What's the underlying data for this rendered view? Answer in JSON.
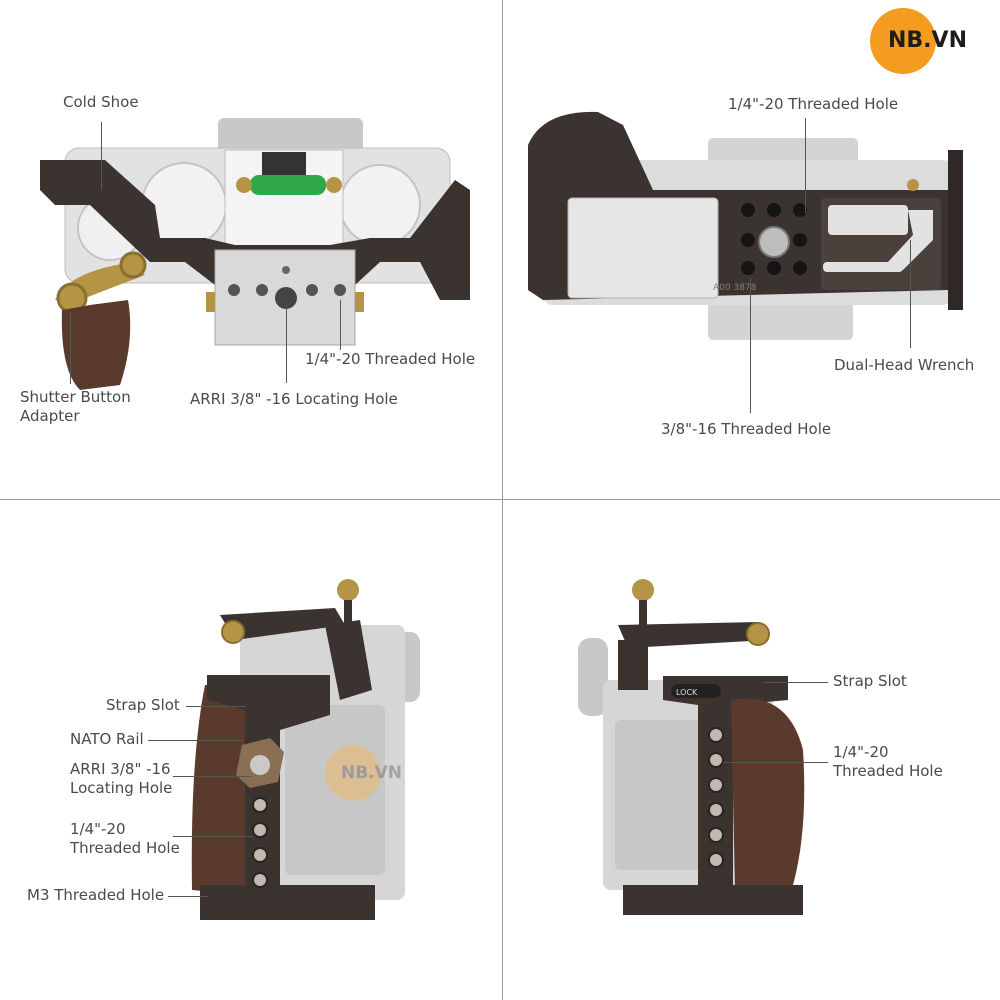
{
  "brand": {
    "logo_text": "NB.VN",
    "logo_color": "#f39c1f",
    "watermark_text": "NB.VN"
  },
  "quadrants": {
    "top_left": {
      "labels": {
        "cold_shoe": "Cold Shoe",
        "threaded_hole": "1/4\"-20 Threaded Hole",
        "arri_hole": "ARRI 3/8\" -16 Locating Hole",
        "shutter_adapter": "Shutter Button\nAdapter"
      }
    },
    "top_right": {
      "labels": {
        "threaded_hole": "1/4\"-20 Threaded Hole",
        "wrench": "Dual-Head Wrench",
        "threaded_hole_38": "3/8\"-16 Threaded Hole",
        "engraving": "A00 3878"
      }
    },
    "bottom_left": {
      "labels": {
        "strap_slot": "Strap Slot",
        "nato_rail": "NATO Rail",
        "arri_hole": "ARRI 3/8\" -16\nLocating Hole",
        "threaded_hole": "1/4\"-20\nThreaded Hole",
        "m3_hole": "M3 Threaded Hole"
      }
    },
    "bottom_right": {
      "labels": {
        "strap_slot": "Strap Slot",
        "threaded_hole": "1/4\"-20\nThreaded Hole",
        "lock": "LOCK"
      }
    }
  },
  "colors": {
    "cage": "#3b3330",
    "wood": "#5a3a2c",
    "brass": "#b59445",
    "camera_body": "#d8d8d8",
    "label": "#4a4a4a"
  }
}
